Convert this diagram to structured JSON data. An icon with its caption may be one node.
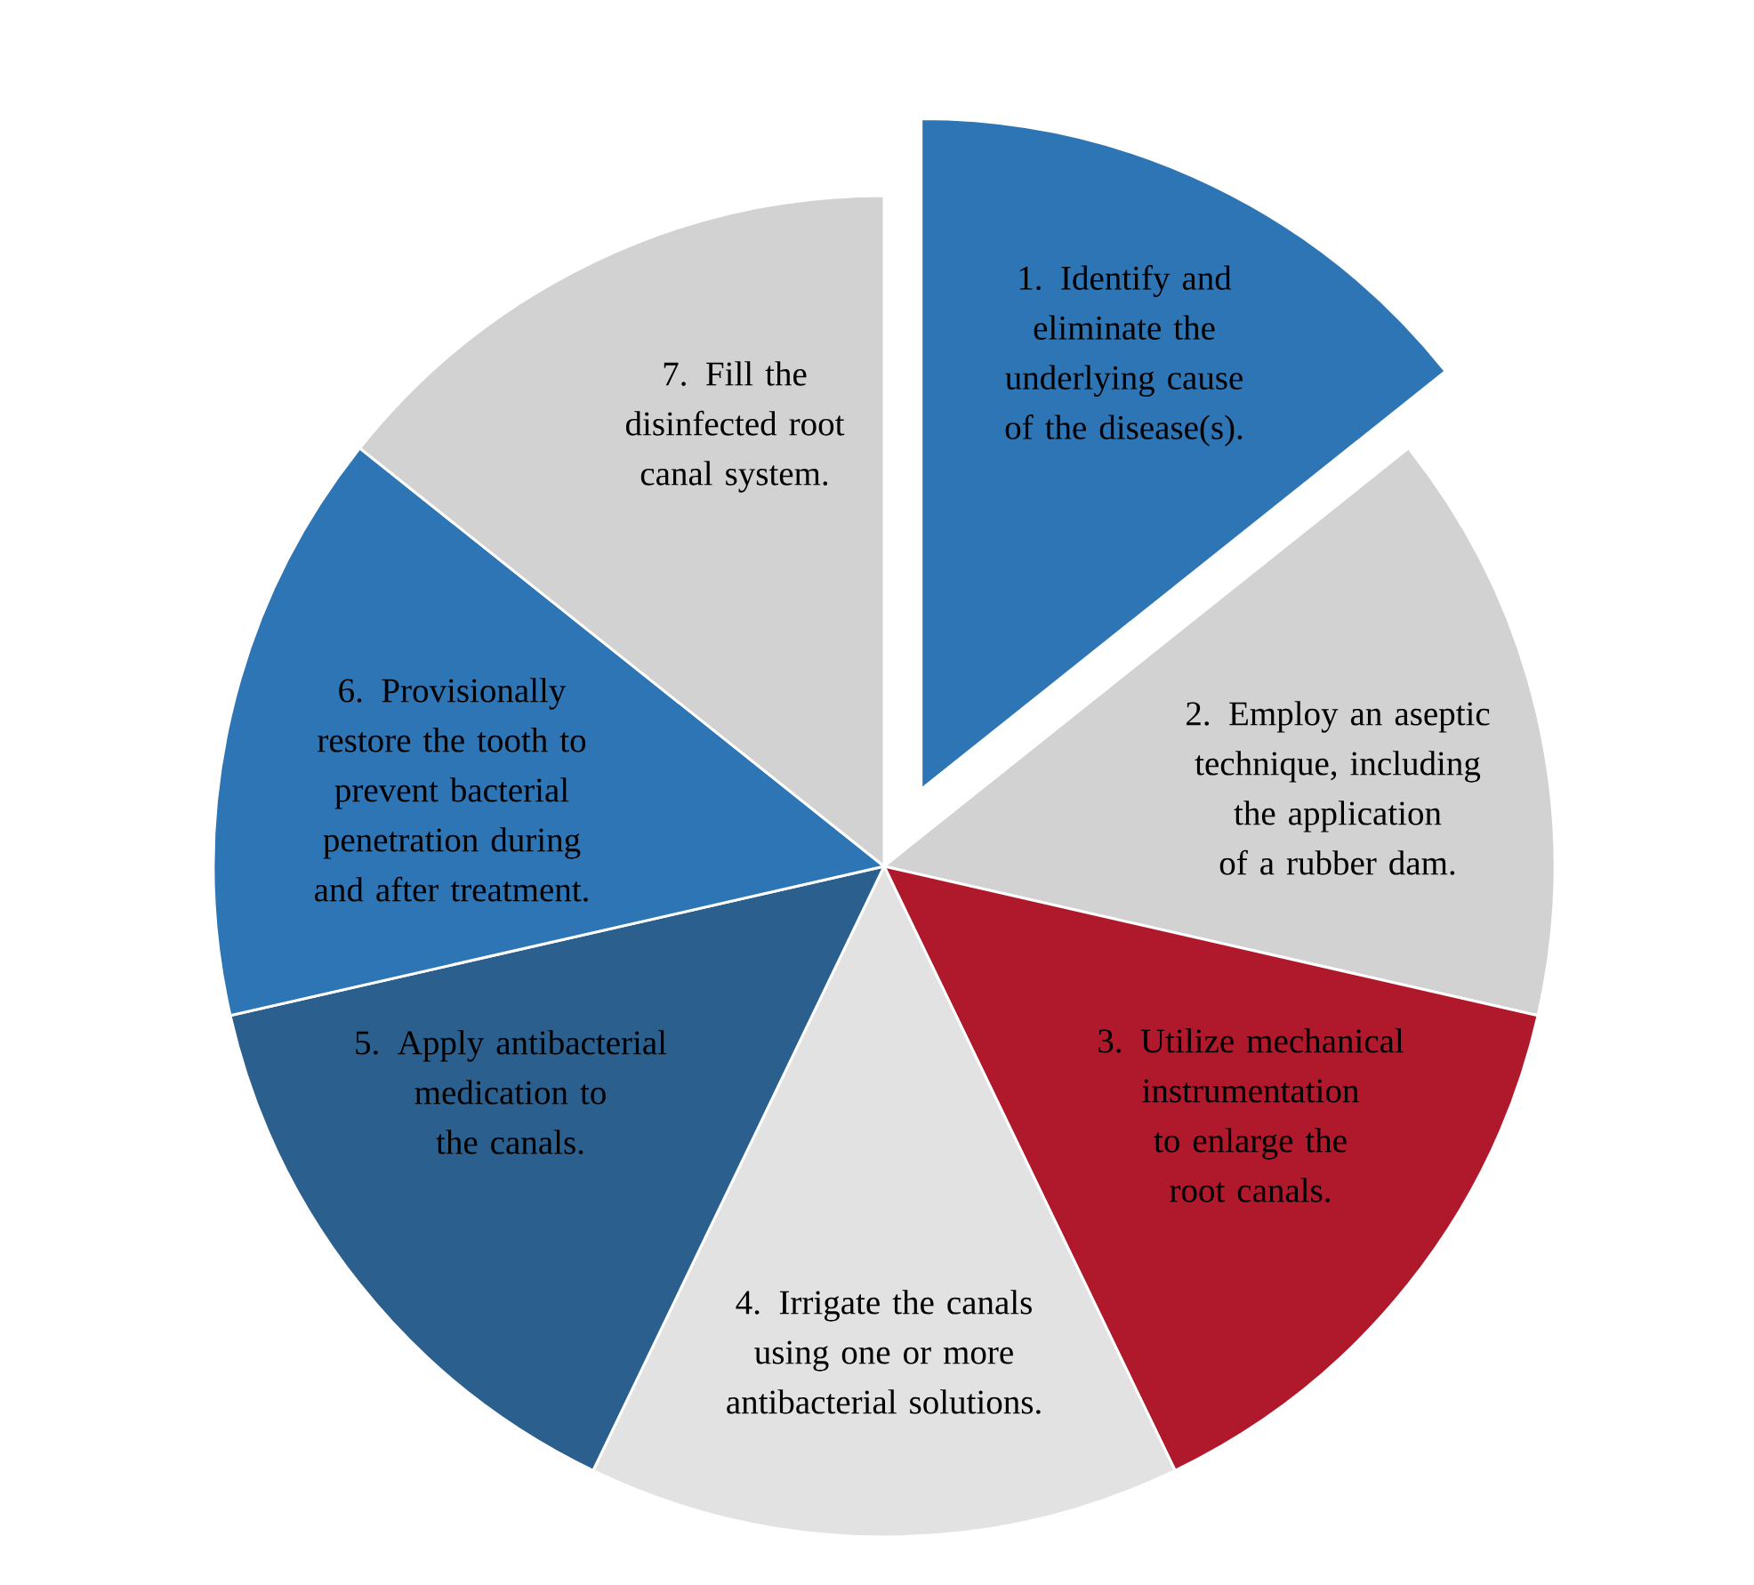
{
  "diagram": {
    "nodes": [
      {
        "text": [
          "1. Identify and eliminate the underlying cause of the disease(s)."
        ]
      },
      {
        "text": [
          "2. Employ an aseptic technique, including the application of a rubber dam."
        ]
      },
      {
        "text": [
          "3. Utilize mechanical instrumentation to enlarge the root canals."
        ]
      },
      {
        "text": [
          "4. Irrigate the canals using one or more antibacterial solutions."
        ]
      },
      {
        "text": [
          "5. Apply antibacterial medication to the canals."
        ]
      },
      {
        "text": [
          "6. Provisionally restore the tooth to prevent bacterial penetration during and after treatment."
        ]
      },
      {
        "text": [
          "7. Fill the disinfected root canal system."
        ]
      }
    ]
  }
}
